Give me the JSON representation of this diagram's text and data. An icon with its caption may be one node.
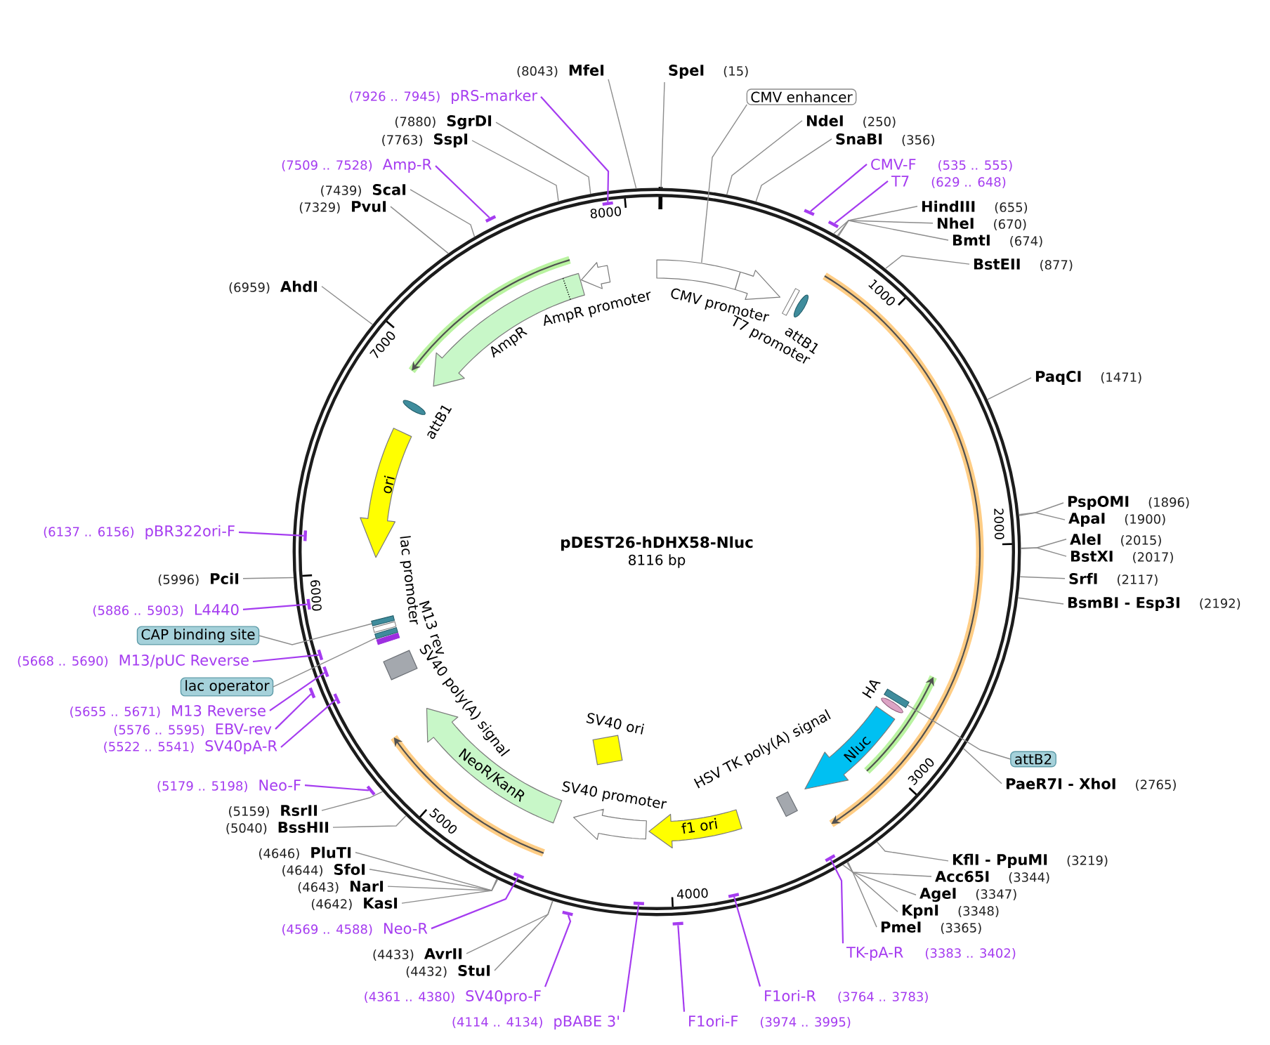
{
  "diagram": {
    "nodes": [
      {
        "text": [
          "pDEST26-hDHX58-Nluc",
          "8116 bp"
        ]
      },
      {
        "text": [
          "SpeI",
          "(15)"
        ]
      },
      {
        "text": [
          "CMV enhancer"
        ]
      },
      {
        "text": [
          "NdeI",
          "(250)"
        ]
      },
      {
        "text": [
          "SnaBI",
          "(356)"
        ]
      },
      {
        "text": [
          "CMV-F",
          "(535 .. 555)"
        ]
      },
      {
        "text": [
          "T7",
          "(629 .. 648)"
        ]
      },
      {
        "text": [
          "HindIII",
          "(655)"
        ]
      },
      {
        "text": [
          "NheI",
          "(670)"
        ]
      },
      {
        "text": [
          "BmtI",
          "(674)"
        ]
      },
      {
        "text": [
          "BstEII",
          "(877)"
        ]
      },
      {
        "text": [
          "PaqCI",
          "(1471)"
        ]
      },
      {
        "text": [
          "PspOMI",
          "(1896)"
        ]
      },
      {
        "text": [
          "ApaI",
          "(1900)"
        ]
      },
      {
        "text": [
          "AleI",
          "(2015)"
        ]
      },
      {
        "text": [
          "BstXI",
          "(2017)"
        ]
      },
      {
        "text": [
          "SrfI",
          "(2117)"
        ]
      },
      {
        "text": [
          "BsmBI - Esp3I",
          "(2192)"
        ]
      },
      {
        "text": [
          "attB2"
        ]
      },
      {
        "text": [
          "PaeR7I - XhoI",
          "(2765)"
        ]
      },
      {
        "text": [
          "KflI - PpuMI",
          "(3219)"
        ]
      },
      {
        "text": [
          "Acc65I",
          "(3344)"
        ]
      },
      {
        "text": [
          "AgeI",
          "(3347)"
        ]
      },
      {
        "text": [
          "KpnI",
          "(3348)"
        ]
      },
      {
        "text": [
          "PmeI",
          "(3365)"
        ]
      },
      {
        "text": [
          "TK-pA-R",
          "(3383 .. 3402)"
        ]
      },
      {
        "text": [
          "F1ori-R",
          "(3764 .. 3783)"
        ]
      },
      {
        "text": [
          "F1ori-F",
          "(3974 .. 3995)"
        ]
      },
      {
        "text": [
          "(4114 .. 4134)",
          "pBABE 3'"
        ]
      },
      {
        "text": [
          "(4361 .. 4380)",
          "SV40pro-F"
        ]
      },
      {
        "text": [
          "(4432)",
          "StuI"
        ]
      },
      {
        "text": [
          "(4433)",
          "AvrII"
        ]
      },
      {
        "text": [
          "(4569 .. 4588)",
          "Neo-R"
        ]
      },
      {
        "text": [
          "(4642)",
          "KasI"
        ]
      },
      {
        "text": [
          "(4643)",
          "NarI"
        ]
      },
      {
        "text": [
          "(4644)",
          "SfoI"
        ]
      },
      {
        "text": [
          "(4646)",
          "PluTI"
        ]
      },
      {
        "text": [
          "(5040)",
          "BssHII"
        ]
      },
      {
        "text": [
          "(5159)",
          "RsrII"
        ]
      },
      {
        "text": [
          "(5179 .. 5198)",
          "Neo-F"
        ]
      },
      {
        "text": [
          "(5522 .. 5541)",
          "SV40pA-R"
        ]
      },
      {
        "text": [
          "(5576 .. 5595)",
          "EBV-rev"
        ]
      },
      {
        "text": [
          "(5655 .. 5671)",
          "M13 Reverse"
        ]
      },
      {
        "text": [
          "lac operator"
        ]
      },
      {
        "text": [
          "(5668 .. 5690)",
          "M13/pUC Reverse"
        ]
      },
      {
        "text": [
          "CAP binding site"
        ]
      },
      {
        "text": [
          "(5886 .. 5903)",
          "L4440"
        ]
      },
      {
        "text": [
          "(5996)",
          "PciI"
        ]
      },
      {
        "text": [
          "(6137 .. 6156)",
          "pBR322ori-F"
        ]
      },
      {
        "text": [
          "(6959)",
          "AhdI"
        ]
      },
      {
        "text": [
          "(7329)",
          "PvuI"
        ]
      },
      {
        "text": [
          "(7439)",
          "ScaI"
        ]
      },
      {
        "text": [
          "(7509 .. 7528)",
          "Amp-R"
        ]
      },
      {
        "text": [
          "(7763)",
          "SspI"
        ]
      },
      {
        "text": [
          "(7880)",
          "SgrDI"
        ]
      },
      {
        "text": [
          "(7926 .. 7945)",
          "pRS-marker"
        ]
      },
      {
        "text": [
          "(8043)",
          "MfeI"
        ]
      },
      {
        "text": [
          "CMV promoter"
        ],
        "in": 0
      },
      {
        "text": [
          "T7 promoter"
        ],
        "in": 0
      },
      {
        "text": [
          "attB1"
        ],
        "in": 0
      },
      {
        "text": [],
        "shape": "bar",
        "in": 0
      },
      {
        "text": [
          "HA"
        ],
        "in": 0
      },
      {
        "text": [
          "Nluc"
        ],
        "in": 0
      },
      {
        "text": [
          "HSV TK poly(A) signal"
        ],
        "in": 0
      },
      {
        "text": [
          "f1 ori"
        ],
        "in": 0
      },
      {
        "text": [
          "SV40 promoter"
        ],
        "in": 0
      },
      {
        "text": [
          "SV40 ori"
        ],
        "in": 0
      },
      {
        "text": [
          "NeoR/KanR"
        ],
        "in": 0
      },
      {
        "text": [
          "SV40 poly(A) signal"
        ],
        "in": 0
      },
      {
        "text": [
          "M13 rev"
        ],
        "in": 0
      },
      {
        "text": [],
        "shape": "bar",
        "in": 0
      },
      {
        "text": [
          "lac promoter"
        ],
        "in": 0
      },
      {
        "text": [],
        "shape": "bar",
        "in": 0
      },
      {
        "text": [
          "ori"
        ],
        "in": 0
      },
      {
        "text": [
          "attB1"
        ],
        "in": 0
      },
      {
        "text": [
          "AmpR"
        ],
        "in": 0
      },
      {
        "text": [
          "AmpR promoter"
        ],
        "in": 0
      },
      {
        "text": [],
        "shape": "bar",
        "in": 0
      },
      {
        "text": [],
        "shape": "bar"
      },
      {
        "text": [],
        "shape": "bar"
      },
      {
        "text": [],
        "shape": "bar"
      },
      {
        "text": [],
        "shape": "bar",
        "in": 0
      },
      {
        "text": [],
        "shape": "bar",
        "in": 0
      },
      {
        "text": [],
        "shape": "bar",
        "in": 0
      },
      {
        "text": [],
        "shape": "bar",
        "in": 0
      },
      {
        "text": [],
        "shape": "bar"
      },
      {
        "text": [],
        "shape": "bar",
        "in": 0
      },
      {
        "text": [],
        "shape": "bar"
      },
      {
        "text": [],
        "shape": "bar",
        "in": 0
      },
      {
        "text": [],
        "shape": "bar",
        "in": 0
      },
      {
        "text": [],
        "shape": "bar",
        "in": 0
      },
      {
        "text": [],
        "shape": "bar",
        "in": 0
      },
      {
        "text": [],
        "shape": "bar"
      },
      {
        "text": [],
        "shape": "bar"
      }
    ],
    "edges": [
      {
        "from": 1,
        "to": 0,
        "arrow": "none"
      },
      {
        "from": 2,
        "to": 57,
        "arrow": "none"
      },
      {
        "from": 3,
        "to": 0,
        "arrow": "none"
      },
      {
        "from": 4,
        "to": 0,
        "arrow": "none"
      },
      {
        "from": 5,
        "to": 78,
        "arrow": "none",
        "color": "#a53cf0"
      },
      {
        "from": 6,
        "to": 80,
        "arrow": "none",
        "color": "#a53cf0"
      },
      {
        "from": 7,
        "to": 0,
        "arrow": "none"
      },
      {
        "from": 8,
        "to": 0,
        "arrow": "none"
      },
      {
        "from": 9,
        "to": 0,
        "arrow": "none"
      },
      {
        "from": 10,
        "to": 0,
        "arrow": "none"
      },
      {
        "from": 11,
        "to": 0,
        "arrow": "none"
      },
      {
        "from": 12,
        "to": 0,
        "arrow": "none"
      },
      {
        "from": 13,
        "to": 0,
        "arrow": "none"
      },
      {
        "from": 14,
        "to": 0,
        "arrow": "none"
      },
      {
        "from": 15,
        "to": 0,
        "arrow": "none"
      },
      {
        "from": 16,
        "to": 0,
        "arrow": "none"
      },
      {
        "from": 17,
        "to": 0,
        "arrow": "none"
      },
      {
        "from": 18,
        "to": 60,
        "arrow": "none"
      },
      {
        "from": 19,
        "to": 0,
        "arrow": "none"
      },
      {
        "from": 20,
        "to": 0,
        "arrow": "none"
      },
      {
        "from": 21,
        "to": 0,
        "arrow": "none"
      },
      {
        "from": 22,
        "to": 0,
        "arrow": "none"
      },
      {
        "from": 23,
        "to": 0,
        "arrow": "none"
      },
      {
        "from": 24,
        "to": 0,
        "arrow": "none"
      },
      {
        "from": 25,
        "to": 88,
        "arrow": "none",
        "color": "#a53cf0"
      },
      {
        "from": 26,
        "to": 90,
        "arrow": "none",
        "color": "#a53cf0"
      },
      {
        "from": 27,
        "to": 93,
        "arrow": "none",
        "color": "#a53cf0"
      },
      {
        "from": 28,
        "to": 91,
        "arrow": "none",
        "color": "#a53cf0"
      },
      {
        "from": 29,
        "to": 92,
        "arrow": "none",
        "color": "#a53cf0"
      },
      {
        "from": 30,
        "to": 0,
        "arrow": "none"
      },
      {
        "from": 31,
        "to": 0,
        "arrow": "none"
      },
      {
        "from": 32,
        "to": 89,
        "arrow": "none",
        "color": "#a53cf0"
      },
      {
        "from": 33,
        "to": 0,
        "arrow": "none"
      },
      {
        "from": 34,
        "to": 0,
        "arrow": "none"
      },
      {
        "from": 35,
        "to": 0,
        "arrow": "none"
      },
      {
        "from": 36,
        "to": 0,
        "arrow": "none"
      },
      {
        "from": 37,
        "to": 0,
        "arrow": "none"
      },
      {
        "from": 38,
        "to": 0,
        "arrow": "none"
      },
      {
        "from": 39,
        "to": 87,
        "arrow": "none",
        "color": "#a53cf0"
      },
      {
        "from": 40,
        "to": 86,
        "arrow": "none",
        "color": "#a53cf0"
      },
      {
        "from": 41,
        "to": 85,
        "arrow": "none",
        "color": "#a53cf0"
      },
      {
        "from": 42,
        "to": 84,
        "arrow": "none",
        "color": "#a53cf0"
      },
      {
        "from": 43,
        "to": 70,
        "arrow": "none"
      },
      {
        "from": 44,
        "to": 83,
        "arrow": "none",
        "color": "#a53cf0"
      },
      {
        "from": 45,
        "to": 72,
        "arrow": "none"
      },
      {
        "from": 46,
        "to": 82,
        "arrow": "none",
        "color": "#a53cf0"
      },
      {
        "from": 47,
        "to": 0,
        "arrow": "none"
      },
      {
        "from": 48,
        "to": 81,
        "arrow": "none",
        "color": "#a53cf0"
      },
      {
        "from": 49,
        "to": 0,
        "arrow": "none"
      },
      {
        "from": 50,
        "to": 0,
        "arrow": "none"
      },
      {
        "from": 51,
        "to": 0,
        "arrow": "none"
      },
      {
        "from": 52,
        "to": 79,
        "arrow": "none",
        "color": "#a53cf0"
      },
      {
        "from": 53,
        "to": 0,
        "arrow": "none"
      },
      {
        "from": 54,
        "to": 0,
        "arrow": "none"
      },
      {
        "from": 55,
        "to": 77,
        "arrow": "none",
        "color": "#a53cf0"
      },
      {
        "from": 56,
        "to": 0,
        "arrow": "none"
      }
    ],
    "labels": [
      "1000",
      "2000",
      "3000",
      "4000",
      "5000",
      "6000",
      "7000",
      "8000"
    ]
  }
}
